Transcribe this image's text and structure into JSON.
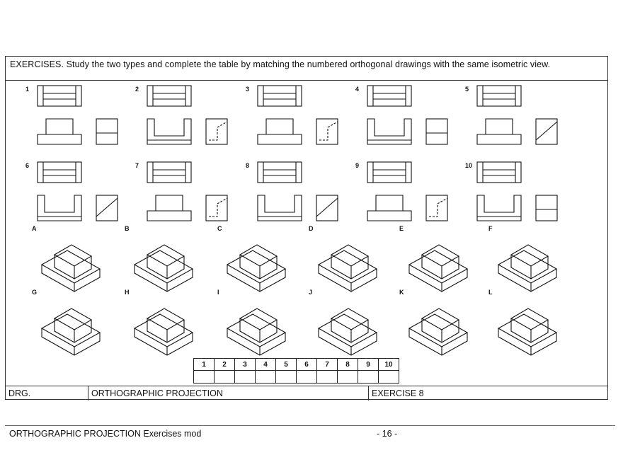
{
  "header": {
    "instructions": "EXERCISES. Study the two types and complete the table by matching the numbered orthogonal drawings with the same isometric view."
  },
  "orthographic_views": [
    {
      "label": "1",
      "side": "chamfer"
    },
    {
      "label": "2",
      "side": "dashed-step"
    },
    {
      "label": "3",
      "side": "dashed-diagonal"
    },
    {
      "label": "4",
      "side": "step"
    },
    {
      "label": "5",
      "side": "diagonal-step"
    },
    {
      "label": "6",
      "side": "ramp"
    },
    {
      "label": "7",
      "side": "dashed-low"
    },
    {
      "label": "8",
      "side": "ramp-small"
    },
    {
      "label": "9",
      "side": "dashed-box"
    },
    {
      "label": "10",
      "side": "notched"
    }
  ],
  "isometric_views": [
    "A",
    "B",
    "C",
    "D",
    "E",
    "F",
    "G",
    "H",
    "I",
    "J",
    "K",
    "L"
  ],
  "answer_table": {
    "numbers": [
      "1",
      "2",
      "3",
      "4",
      "5",
      "6",
      "7",
      "8",
      "9",
      "10"
    ]
  },
  "title_block": {
    "drg_label": "DRG.",
    "title": "ORTHOGRAPHIC PROJECTION",
    "exercise": "EXERCISE 8"
  },
  "footer": {
    "doc_title": "ORTHOGRAPHIC PROJECTION Exercises mod",
    "page": "- 16 -"
  }
}
